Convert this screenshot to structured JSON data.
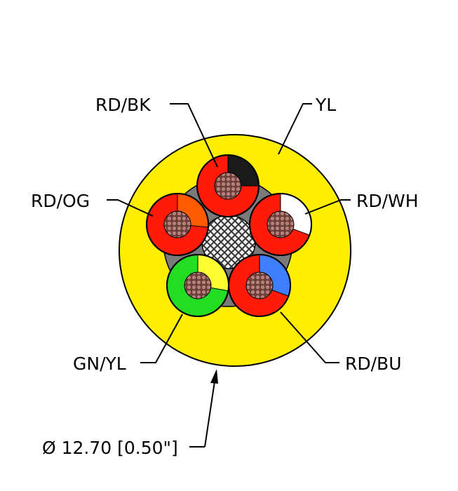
{
  "labels": {
    "rd_bk": "RD/BK",
    "yl": "YL",
    "rd_og": "RD/OG",
    "rd_wh": "RD/WH",
    "gn_yl": "GN/YL",
    "rd_bu": "RD/BU",
    "diameter": "Ø 12.70 [0.50\"]"
  },
  "colors": {
    "jacket": "#ffee00",
    "red": "#ff1a0a",
    "black": "#1a1a1a",
    "white": "#ffffff",
    "orange": "#ff5a00",
    "blue": "#3f7fff",
    "green": "#22dd22",
    "yellow": "#ffff33",
    "copper": "#a56b61",
    "filler": "#7a7a7a",
    "shield": "#d8d8d8"
  }
}
